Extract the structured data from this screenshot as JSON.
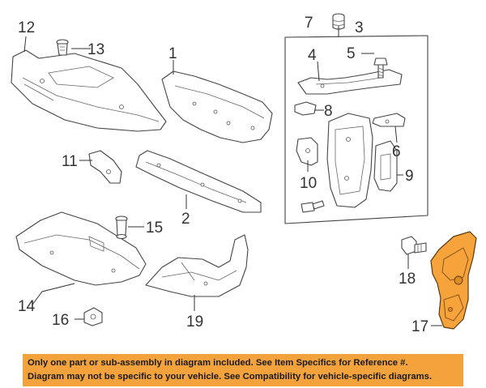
{
  "diagram": {
    "callouts": [
      "1",
      "2",
      "3",
      "4",
      "5",
      "6",
      "7",
      "8",
      "9",
      "10",
      "11",
      "12",
      "13",
      "14",
      "15",
      "16",
      "17",
      "18",
      "19"
    ],
    "highlight_color": "#f7a33b",
    "line_color": "#444444"
  },
  "notice": {
    "line1": "Only one part or sub-assembly in diagram included. See Item Specifics for Reference #.",
    "line2": "Diagram may not be specific to your vehicle. See Compatibility for vehicle-specific diagrams.",
    "background": "#f4a23c"
  }
}
